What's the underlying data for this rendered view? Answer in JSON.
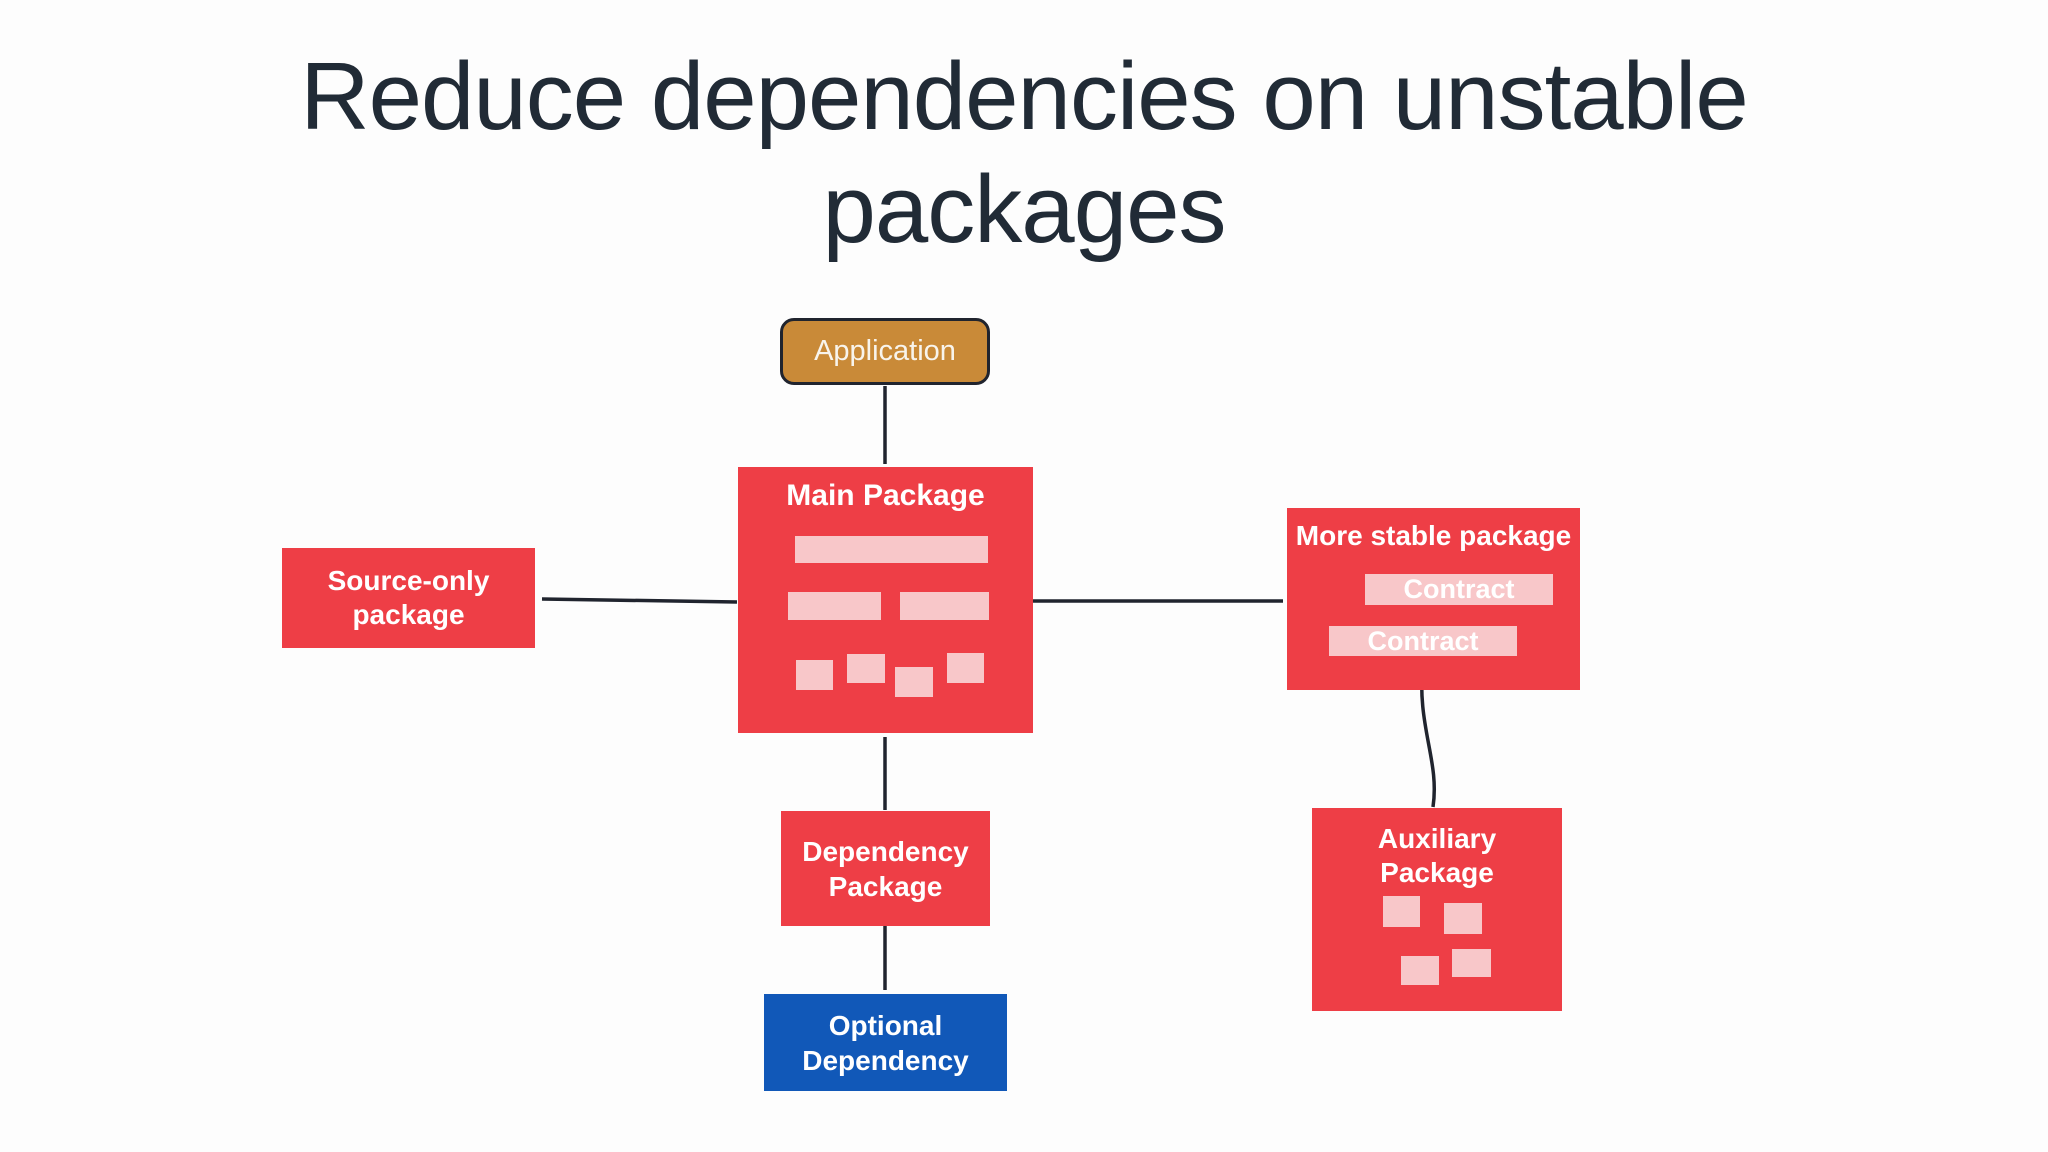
{
  "slide": {
    "title": "Reduce dependencies on unstable packages"
  },
  "colors": {
    "red": "#ee3e46",
    "pink": "#f8c7c9",
    "blue": "#1158b8",
    "orange": "#c98a38",
    "ink": "#20242e",
    "title_text": "#212b36",
    "background": "#fdfdfd",
    "white": "#ffffff"
  },
  "nodes": {
    "application": {
      "label": "Application",
      "color": "#c98a38"
    },
    "main_package": {
      "label": "Main Package",
      "color": "#ee3e46"
    },
    "source_only_package": {
      "label": "Source-only package",
      "color": "#ee3e46"
    },
    "more_stable_package": {
      "label": "More stable package",
      "color": "#ee3e46",
      "contracts": [
        "Contract",
        "Contract"
      ]
    },
    "dependency_package": {
      "label": "Dependency Package",
      "color": "#ee3e46"
    },
    "optional_dependency": {
      "label": "Optional Dependency",
      "color": "#1158b8"
    },
    "auxiliary_package": {
      "label": "Auxiliary Package",
      "color": "#ee3e46"
    }
  },
  "edges": [
    {
      "from": "application",
      "to": "main_package"
    },
    {
      "from": "main_package",
      "to": "source_only_package"
    },
    {
      "from": "main_package",
      "to": "more_stable_package"
    },
    {
      "from": "dependency_package",
      "to": "main_package"
    },
    {
      "from": "dependency_package",
      "to": "optional_dependency"
    },
    {
      "from": "auxiliary_package",
      "to": "more_stable_package_contract_2"
    }
  ]
}
